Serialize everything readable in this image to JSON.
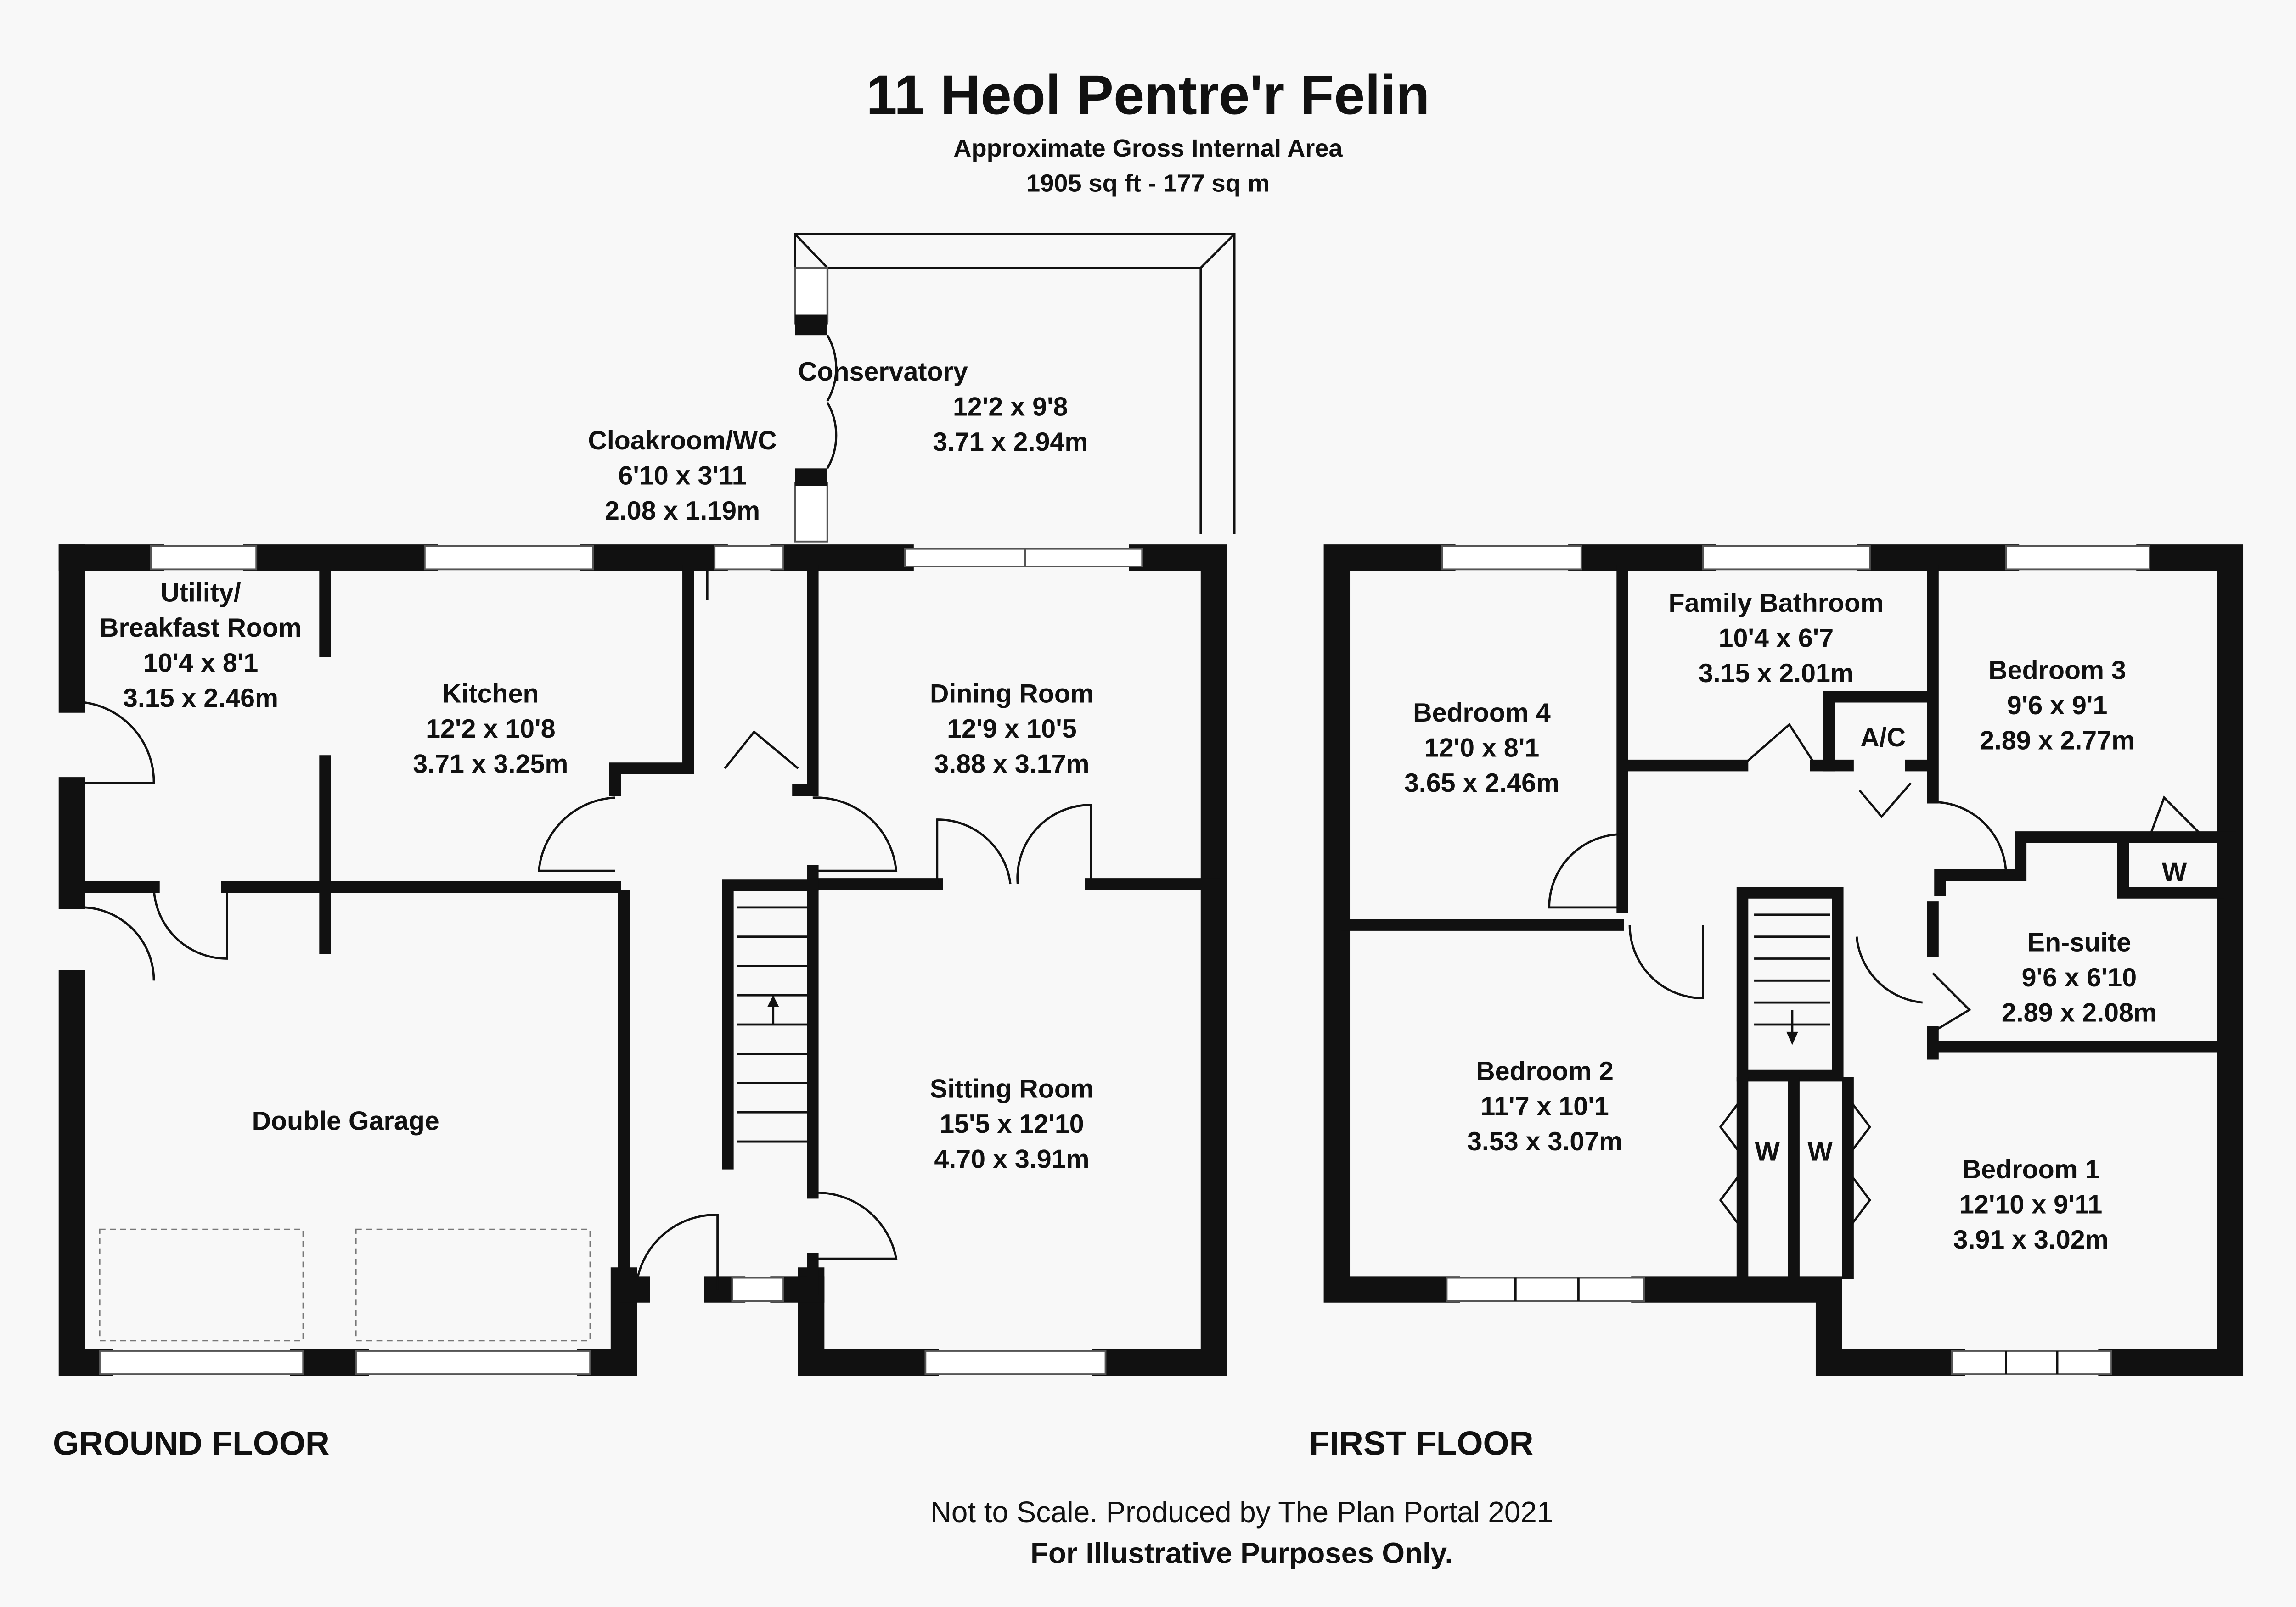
{
  "header": {
    "title": "11 Heol Pentre'r Felin",
    "subtitle": "Approximate Gross Internal Area",
    "area": "1905 sq ft - 177 sq m"
  },
  "ground_floor": {
    "label": "GROUND FLOOR",
    "rooms": [
      {
        "name": "Conservatory",
        "imperial": "12'2 x 9'8",
        "metric": "3.71 x 2.94m"
      },
      {
        "name": "Cloakroom/WC",
        "imperial": "6'10 x 3'11",
        "metric": "2.08 x 1.19m"
      },
      {
        "name_line1": "Utility/",
        "name_line2": "Breakfast Room",
        "imperial": "10'4 x 8'1",
        "metric": "3.15 x 2.46m"
      },
      {
        "name": "Kitchen",
        "imperial": "12'2 x 10'8",
        "metric": "3.71 x 3.25m"
      },
      {
        "name": "Dining Room",
        "imperial": "12'9 x 10'5",
        "metric": "3.88 x 3.17m"
      },
      {
        "name": "Sitting Room",
        "imperial": "15'5 x 12'10",
        "metric": "4.70 x 3.91m"
      },
      {
        "name": "Double Garage"
      }
    ]
  },
  "first_floor": {
    "label": "FIRST FLOOR",
    "rooms": [
      {
        "name": "Family Bathroom",
        "imperial": "10'4 x 6'7",
        "metric": "3.15 x 2.01m"
      },
      {
        "name": "Bedroom 4",
        "imperial": "12'0 x 8'1",
        "metric": "3.65 x 2.46m"
      },
      {
        "name": "Bedroom 3",
        "imperial": "9'6 x 9'1",
        "metric": "2.89 x 2.77m"
      },
      {
        "name": "En-suite",
        "imperial": "9'6 x 6'10",
        "metric": "2.89 x 2.08m"
      },
      {
        "name": "Bedroom 2",
        "imperial": "11'7 x 10'1",
        "metric": "3.53 x 3.07m"
      },
      {
        "name": "Bedroom 1",
        "imperial": "12'10 x 9'11",
        "metric": "3.91 x 3.02m"
      }
    ],
    "ac_label": "A/C",
    "wardrobe_label": "W"
  },
  "footer": {
    "line1": "Not to Scale. Produced by The Plan Portal 2021",
    "line2": "For Illustrative Purposes Only."
  }
}
